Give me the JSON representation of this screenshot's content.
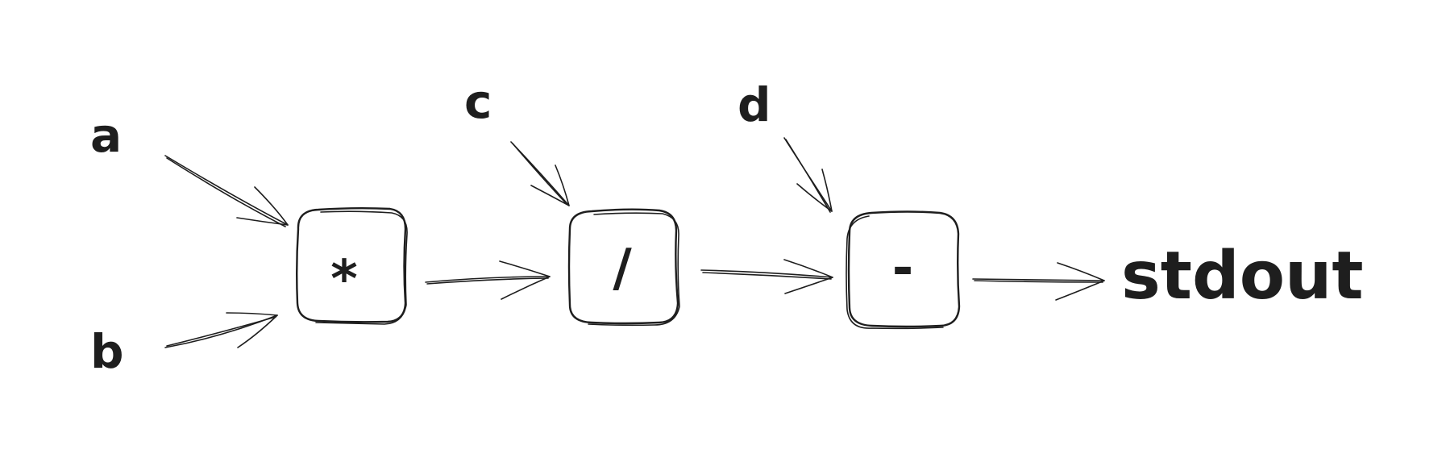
{
  "diagram": {
    "inputs": {
      "a": "a",
      "b": "b",
      "c": "c",
      "d": "d"
    },
    "operators": {
      "multiply": "*",
      "divide": "/",
      "subtract": "-"
    },
    "output": "stdout",
    "stroke_color": "#1e1e1e",
    "background_color": "#ffffff"
  }
}
